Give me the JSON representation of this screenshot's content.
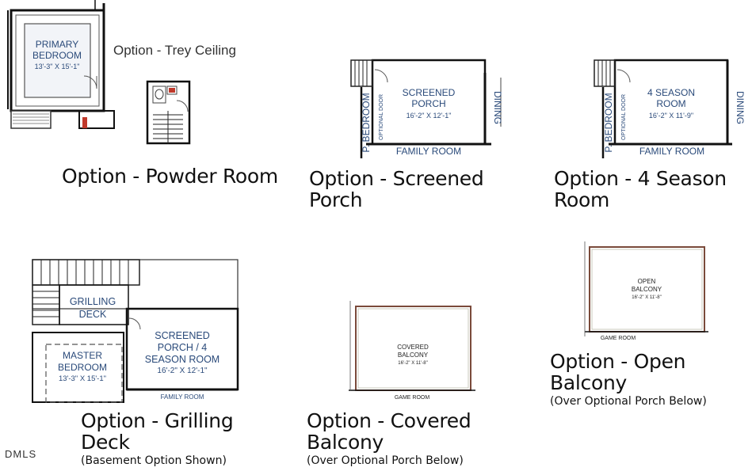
{
  "trey_ceiling": {
    "caption": "Option - Trey Ceiling",
    "room_name_1": "PRIMARY",
    "room_name_2": "BEDROOM",
    "room_dims": "13'-3\" X 15'-1\""
  },
  "powder_room": {
    "caption": "Option - Powder Room"
  },
  "screened_porch": {
    "caption_1": "Option - Screened",
    "caption_2": "Porch",
    "room_name_1": "SCREENED",
    "room_name_2": "PORCH",
    "room_dims": "16'-2\" X 12'-1\"",
    "label_left": "P. BEDROOM",
    "label_door": "OPTIONAL DOOR",
    "label_right": "DINING",
    "label_bottom": "FAMILY ROOM"
  },
  "four_season": {
    "caption_1": "Option - 4 Season",
    "caption_2": "Room",
    "room_name_1": "4 SEASON",
    "room_name_2": "ROOM",
    "room_dims": "16'-2\" X 11'-9\"",
    "label_left": "P. BEDROOM",
    "label_door": "OPTIONAL DOOR",
    "label_right": "DINING",
    "label_bottom": "FAMILY ROOM"
  },
  "grilling_deck": {
    "caption_1": "Option - Grilling",
    "caption_2": "Deck",
    "note": "(Basement Option Shown)",
    "deck_name_1": "GRILLING",
    "deck_name_2": "DECK",
    "porch_name_1": "SCREENED",
    "porch_name_2": "PORCH / 4",
    "porch_name_3": "SEASON ROOM",
    "porch_dims": "16'-2\" X 12'-1\"",
    "bed_name_1": "MASTER",
    "bed_name_2": "BEDROOM",
    "bed_dims": "13'-3\" X 15'-1\"",
    "label_bottom": "FAMILY ROOM"
  },
  "covered_balcony": {
    "caption_1": "Option - Covered",
    "caption_2": "Balcony",
    "note": "(Over Optional Porch Below)",
    "room_name_1": "COVERED",
    "room_name_2": "BALCONY",
    "room_dims": "16'-2\" X 11'-8\"",
    "label_bottom": "GAME ROOM"
  },
  "open_balcony": {
    "caption_1": "Option - Open",
    "caption_2": "Balcony",
    "note": "(Over Optional Porch Below)",
    "room_name_1": "OPEN",
    "room_name_2": "BALCONY",
    "room_dims": "16'-2\" X 11'-8\"",
    "label_bottom": "GAME ROOM"
  },
  "watermark": "DMLS",
  "colors": {
    "plan_text": "#2a4a7a",
    "wall": "#111111",
    "balcony_wall": "#7a4a3a"
  }
}
